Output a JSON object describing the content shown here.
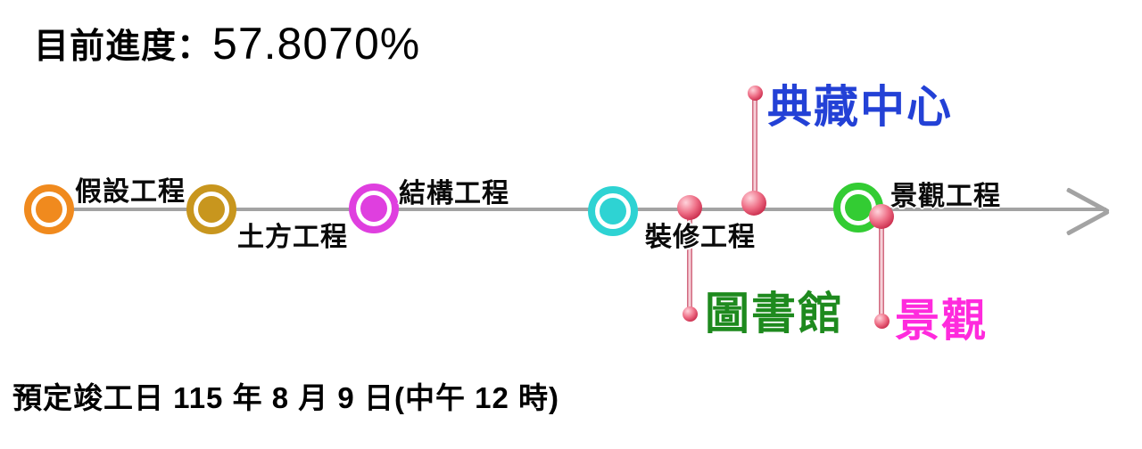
{
  "title": {
    "label": "目前進度：",
    "value": "57.8070%"
  },
  "footer": {
    "text": "預定竣工日 115 年 8 月 9 日(中午 12 時)"
  },
  "colors": {
    "axis_gray": "#a3a3a3",
    "pin_red": "#c9526b",
    "text_black": "#000000"
  },
  "timeline": {
    "stages": [
      {
        "label": "假設工程",
        "color": "#f08a1e",
        "label_position": "above"
      },
      {
        "label": "土方工程",
        "color": "#c8961e",
        "label_position": "below"
      },
      {
        "label": "結構工程",
        "color": "#df3fdf",
        "label_position": "above"
      },
      {
        "label": "裝修工程",
        "color": "#2ed3d3",
        "label_position": "below"
      },
      {
        "label": "景觀工程",
        "color": "#33cc33",
        "label_position": "above"
      }
    ],
    "pins": [
      {
        "label": "典藏中心",
        "label_color": "#2341d6",
        "direction": "up"
      },
      {
        "label": "圖書館",
        "label_color": "#1e8a1e",
        "direction": "down"
      },
      {
        "label": "景觀",
        "label_color": "#ff2add",
        "direction": "down"
      }
    ]
  }
}
